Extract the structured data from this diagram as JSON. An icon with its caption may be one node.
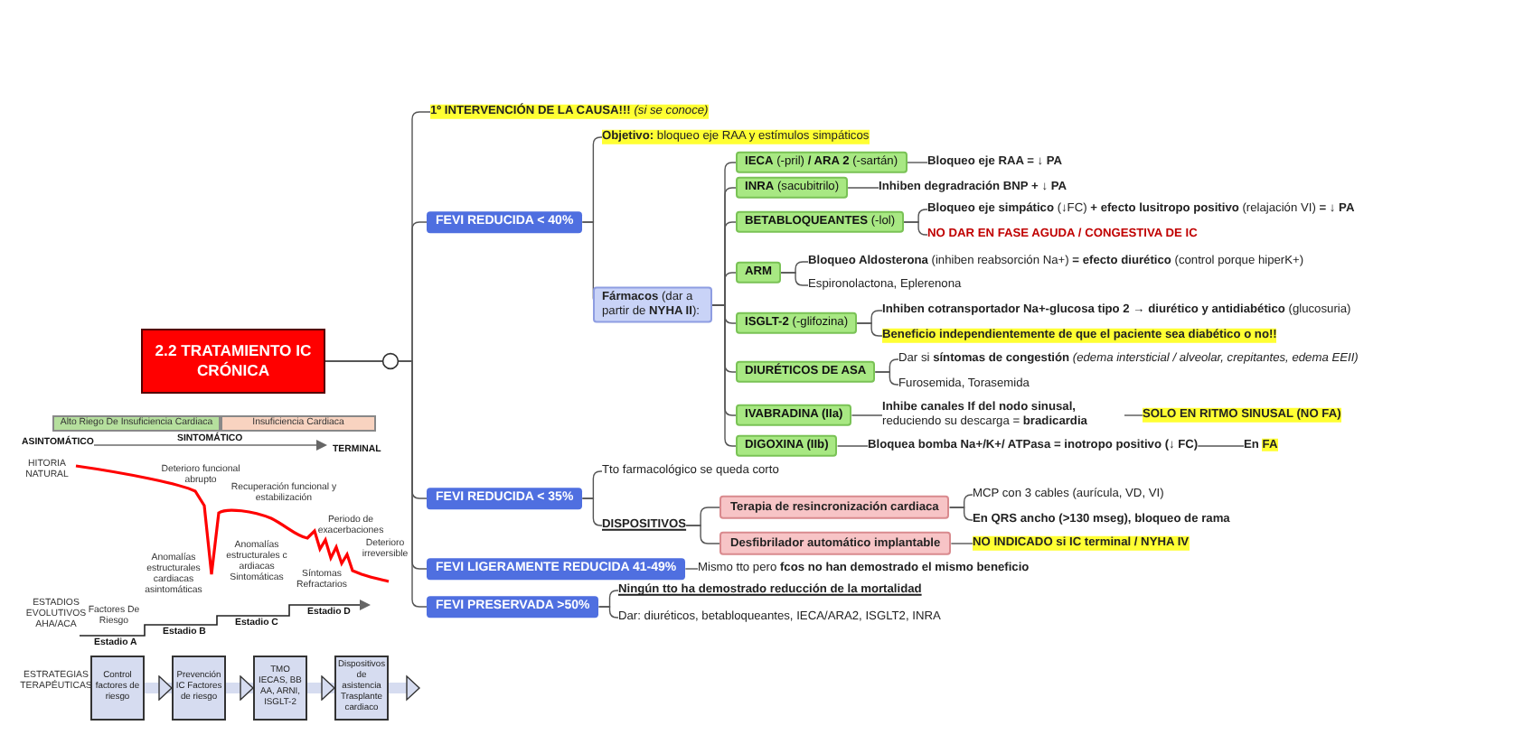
{
  "diagram": {
    "nodes": [
      {
        "text": [
          "2.2 TRATAMIENTO IC CRÓNICA"
        ]
      },
      {
        "text": [
          "**1º INTERVENCIÓN DE LA CAUSA!!!** *(si se conoce)*"
        ]
      },
      {
        "text": [
          "FEVI REDUCIDA < 40%"
        ]
      },
      {
        "text": [
          "**Objetivo:** bloqueo eje RAA y estímulos simpáticos"
        ]
      },
      {
        "text": [
          "**Fármacos** (dar a partir de **NYHA II**):"
        ]
      },
      {
        "text": [
          "**IECA** (-pril) **/ ARA 2** (-sartán)"
        ]
      },
      {
        "text": [
          "Bloqueo eje RAA = ↓ PA"
        ]
      },
      {
        "text": [
          "**INRA** (sacubitrilo)"
        ]
      },
      {
        "text": [
          "Inhiben degradración BNP + ↓ PA"
        ]
      },
      {
        "text": [
          "**BETABLOQUEANTES** (-lol)"
        ]
      },
      {
        "text": [
          "**Bloqueo eje simpático** (↓FC) **+ efecto lusitropo positivo** (relajación VI) **= ↓ PA**"
        ]
      },
      {
        "text": [
          "NO DAR EN FASE AGUDA / CONGESTIVA DE IC"
        ]
      },
      {
        "text": [
          "ARM"
        ]
      },
      {
        "text": [
          "**Bloqueo Aldosterona** (inhiben reabsorción Na+) **= efecto diurético** (control porque hiperK+)"
        ]
      },
      {
        "text": [
          "Espironolactona, Eplerenona"
        ]
      },
      {
        "text": [
          "**ISGLT-2** (-glifozina)"
        ]
      },
      {
        "text": [
          "**Inhiben cotransportador Na+-glucosa tipo 2 → diurético y antidiabético** (glucosuria)"
        ]
      },
      {
        "text": [
          "Beneficio independientemente de que el paciente sea diabético o no!!"
        ]
      },
      {
        "text": [
          "DIURÉTICOS DE ASA"
        ]
      },
      {
        "text": [
          "Dar si **síntomas de congestión** *(edema intersticial / alveolar, crepitantes, edema EEII)*"
        ]
      },
      {
        "text": [
          "Furosemida, Torasemida"
        ]
      },
      {
        "text": [
          "IVABRADINA (IIa)"
        ]
      },
      {
        "text": [
          "**Inhibe canales If del nodo sinusal,** reduciendo su descarga = **bradicardia**"
        ]
      },
      {
        "text": [
          "SOLO EN RITMO SINUSAL (NO FA)"
        ]
      },
      {
        "text": [
          "DIGOXINA (IIb)"
        ]
      },
      {
        "text": [
          "Bloquea bomba Na+/K+/ ATPasa = inotropo positivo (↓ FC)"
        ]
      },
      {
        "text": [
          "En",
          "FA"
        ]
      },
      {
        "text": [
          "FEVI REDUCIDA < 35%"
        ]
      },
      {
        "text": [
          "Tto farmacológico se queda corto"
        ]
      },
      {
        "text": [
          "DISPOSITIVOS"
        ]
      },
      {
        "text": [
          "Terapia de resincronización cardiaca"
        ]
      },
      {
        "text": [
          "MCP con 3 cables (aurícula, VD, VI)"
        ]
      },
      {
        "text": [
          "En QRS ancho (>130 mseg), bloqueo de rama"
        ]
      },
      {
        "text": [
          "Desfibrilador automático implantable"
        ]
      },
      {
        "text": [
          "NO INDICADO si IC terminal / NYHA IV"
        ]
      },
      {
        "text": [
          "FEVI LIGERAMENTE REDUCIDA 41-49%"
        ]
      },
      {
        "text": [
          "Mismo tto pero **fcos no han demostrado el mismo beneficio**"
        ]
      },
      {
        "text": [
          "FEVI PRESERVADA >50%"
        ]
      },
      {
        "text": [
          "Ningún tto ha demostrado reducción de la mortalidad"
        ]
      },
      {
        "text": [
          "Dar: diuréticos, betabloqueantes, IECA/ARA2, ISGLT2, INRA"
        ]
      },
      {
        "text": [
          "Alto Riego De Insuficiencia Cardiaca"
        ]
      },
      {
        "text": [
          "Insuficiencia Cardiaca"
        ]
      },
      {
        "text": [
          "Control factores de riesgo"
        ]
      },
      {
        "text": [
          "Prevención IC Factores de riesgo"
        ]
      },
      {
        "text": [
          "TMO IECAS, BB AA, ARNI, ISGLT-2"
        ]
      },
      {
        "text": [
          "Dispositivos de asistencia Trasplante cardiaco"
        ]
      }
    ],
    "edges": [
      {
        "from": 0,
        "to": 1,
        "arrow": "none"
      },
      {
        "from": 0,
        "to": 2,
        "arrow": "none"
      },
      {
        "from": 0,
        "to": 27,
        "arrow": "none"
      },
      {
        "from": 0,
        "to": 35,
        "arrow": "none"
      },
      {
        "from": 0,
        "to": 37,
        "arrow": "none"
      },
      {
        "from": 2,
        "to": 3,
        "arrow": "none"
      },
      {
        "from": 2,
        "to": 4,
        "arrow": "none"
      },
      {
        "from": 4,
        "to": 5,
        "arrow": "none"
      },
      {
        "from": 4,
        "to": 7,
        "arrow": "none"
      },
      {
        "from": 4,
        "to": 9,
        "arrow": "none"
      },
      {
        "from": 4,
        "to": 12,
        "arrow": "none"
      },
      {
        "from": 4,
        "to": 15,
        "arrow": "none"
      },
      {
        "from": 4,
        "to": 18,
        "arrow": "none"
      },
      {
        "from": 4,
        "to": 21,
        "arrow": "none"
      },
      {
        "from": 4,
        "to": 24,
        "arrow": "none"
      },
      {
        "from": 5,
        "to": 6,
        "arrow": "none"
      },
      {
        "from": 7,
        "to": 8,
        "arrow": "none"
      },
      {
        "from": 9,
        "to": 10,
        "arrow": "none"
      },
      {
        "from": 9,
        "to": 11,
        "arrow": "none"
      },
      {
        "from": 12,
        "to": 13,
        "arrow": "none"
      },
      {
        "from": 12,
        "to": 14,
        "arrow": "none"
      },
      {
        "from": 15,
        "to": 16,
        "arrow": "none"
      },
      {
        "from": 15,
        "to": 17,
        "arrow": "none"
      },
      {
        "from": 18,
        "to": 19,
        "arrow": "none"
      },
      {
        "from": 18,
        "to": 20,
        "arrow": "none"
      },
      {
        "from": 21,
        "to": 22,
        "arrow": "none"
      },
      {
        "from": 22,
        "to": 23,
        "arrow": "none"
      },
      {
        "from": 24,
        "to": 25,
        "arrow": "none"
      },
      {
        "from": 25,
        "to": 26,
        "arrow": "none"
      },
      {
        "from": 27,
        "to": 28,
        "arrow": "none"
      },
      {
        "from": 27,
        "to": 29,
        "arrow": "none"
      },
      {
        "from": 29,
        "to": 30,
        "arrow": "none"
      },
      {
        "from": 29,
        "to": 33,
        "arrow": "none"
      },
      {
        "from": 30,
        "to": 31,
        "arrow": "none"
      },
      {
        "from": 30,
        "to": 32,
        "arrow": "none"
      },
      {
        "from": 33,
        "to": 34,
        "arrow": "none"
      },
      {
        "from": 35,
        "to": 36,
        "arrow": "none"
      },
      {
        "from": 37,
        "to": 38,
        "arrow": "none"
      },
      {
        "from": 37,
        "to": 39,
        "arrow": "none"
      },
      {
        "from": 42,
        "to": 43,
        "arrow": "to",
        "style": "thick",
        "color": "#d6dcf0"
      },
      {
        "from": 43,
        "to": 44,
        "arrow": "to",
        "style": "thick",
        "color": "#d6dcf0"
      },
      {
        "from": 44,
        "to": 45,
        "arrow": "to",
        "style": "thick",
        "color": "#d6dcf0"
      },
      {
        "from": 45,
        "to": null,
        "arrow": "to",
        "style": "thick",
        "color": "#d6dcf0"
      }
    ],
    "labels": [
      "ASINTOMÁTICO",
      "SINTOMÁTICO",
      "TERMINAL",
      "HITORIA NATURAL",
      "Deterioro funcional abrupto",
      "Recuperación funcional y estabilización",
      "Periodo de exacerbaciones",
      "Deterioro irreversible",
      "Anomalías estructurales cardiacas asintomáticas",
      "Anomalías estructurales c ardiacas Sintomáticas",
      "Síntomas Refractarios",
      "ESTADIOS EVOLUTIVOS AHA/ACA",
      "Factores De Riesgo",
      "Estadio A",
      "Estadio B",
      "Estadio C",
      "Estadio D",
      "ESTRATEGIAS TERAPÉUTICAS"
    ]
  }
}
